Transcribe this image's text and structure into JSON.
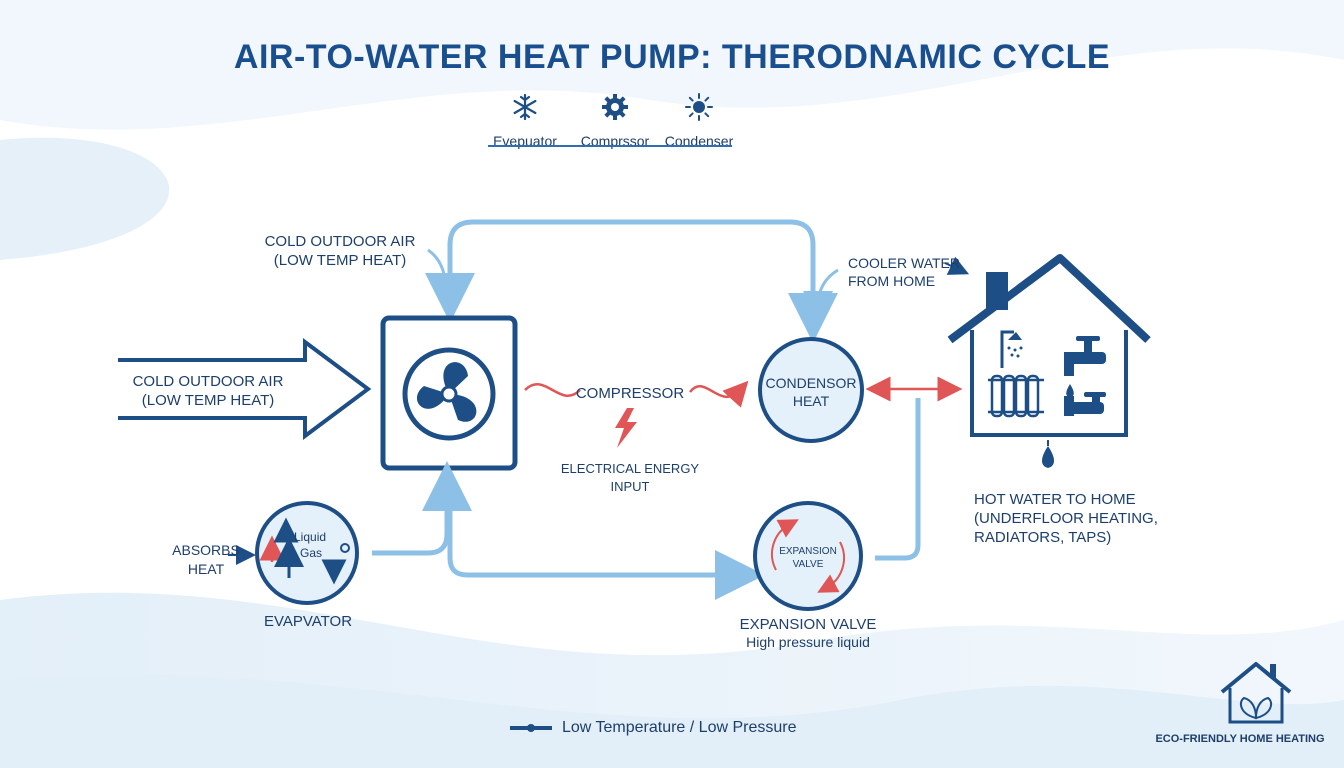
{
  "title": "AIR-TO-WATER HEAT PUMP: THERODNAMIC CYCLE",
  "legend": {
    "items": [
      {
        "label": "Evepuator",
        "icon": "snowflake-icon"
      },
      {
        "label": "Comprssor",
        "icon": "gear-icon"
      },
      {
        "label": "Condenser",
        "icon": "sun-icon"
      }
    ]
  },
  "labels": {
    "cold_air_top_line1": "COLD OUTDOOR AIR",
    "cold_air_top_line2": "(LOW TEMP HEAT)",
    "cold_air_left_line1": "COLD OUTDOOR AIR",
    "cold_air_left_line2": "(LOW TEMP HEAT)",
    "compressor": "COMPRESSOR",
    "electrical_line1": "ELECTRICAL ENERGY",
    "electrical_line2": "INPUT",
    "condenser_line1": "CONDENSOR",
    "condenser_line2": "HEAT",
    "cooler_water_line1": "COOLER WATER",
    "cooler_water_line2": "FROM HOME",
    "hot_water_line1": "HOT WATER TO HOME",
    "hot_water_line2": "(UNDERFLOOR HEATING,",
    "hot_water_line3": "RADIATORS, TAPS)",
    "absorbs_line1": "ABSORBS",
    "absorbs_line2": "HEAT",
    "evap_liquid": "Liquid",
    "evap_gas": "Gas",
    "evaporator": "EVAPVATOR",
    "expansion_inner_line1": "EXPANSION",
    "expansion_inner_line2": "VALVE",
    "expansion_valve": "EXPANSION VALVE",
    "expansion_sub": "High pressure liquid"
  },
  "footer": {
    "legend_text": "Low Temperature  /  Low Pressure",
    "brand": "ECO-FRIENDLY HOME HEATING"
  },
  "colors": {
    "dark_blue": "#1d4f86",
    "light_blue": "#8cc0e6",
    "red": "#e05555",
    "circle_fill": "#e4f0fa"
  }
}
